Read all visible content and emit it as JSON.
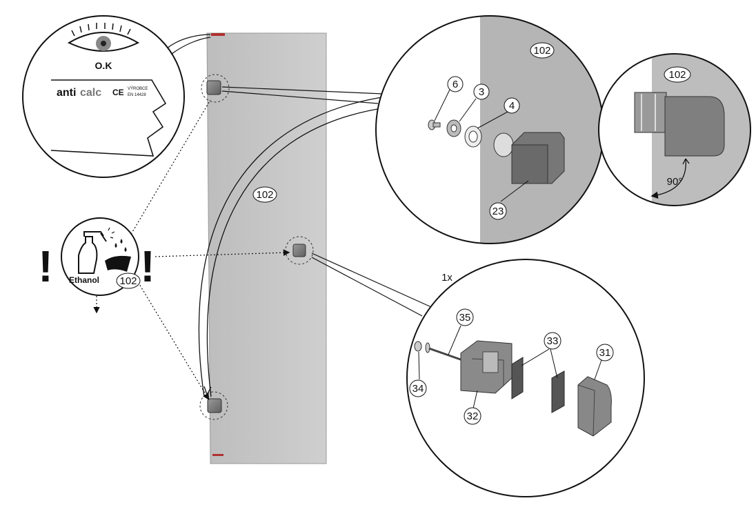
{
  "colors": {
    "glass": "#c9c9c9",
    "glass_dark": "#a8a8a8",
    "hardware": "#7a7a7a",
    "hardware_dark": "#555555",
    "line": "#111111"
  },
  "inspection": {
    "ok_label": "O.K",
    "brand_prefix": "anti",
    "brand_suffix": "calc",
    "ce_mark": "CE",
    "maker_line1": "VÝROBCE",
    "maker_line2": "EN 14428",
    "icon": "eye-icon"
  },
  "cleaning": {
    "label": "Ethanol",
    "part": "102",
    "warning_glyph": "!",
    "icon": "spray-bottle-icon"
  },
  "glass_panel": {
    "part": "102"
  },
  "detail_top": {
    "panel_part": "102",
    "parts": [
      "6",
      "3",
      "4",
      "23"
    ]
  },
  "detail_angle": {
    "panel_part": "102",
    "angle": "90°"
  },
  "detail_kit": {
    "quantity": "1x",
    "parts": [
      "35",
      "33",
      "31",
      "34",
      "32"
    ]
  }
}
